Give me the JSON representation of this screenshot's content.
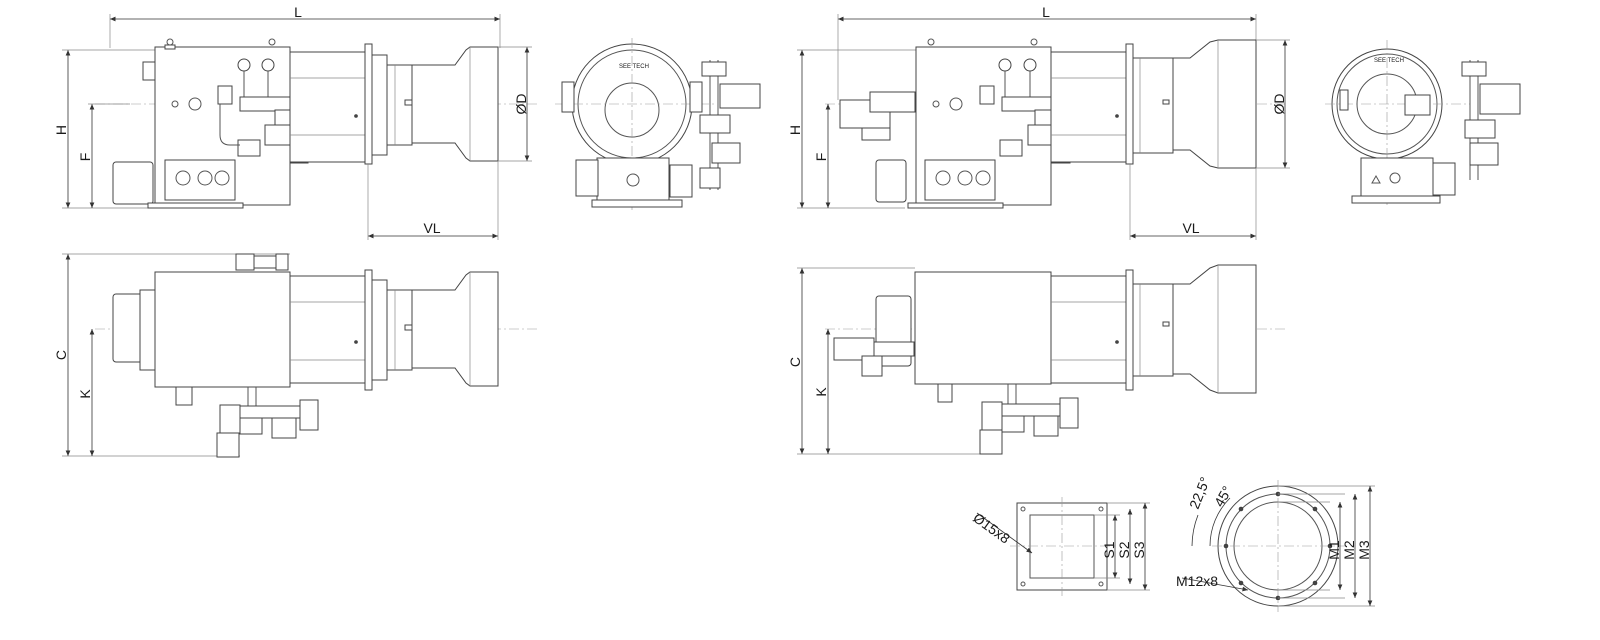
{
  "views": {
    "single": {
      "side": {
        "length_label": "L",
        "height_label": "H",
        "flange_label": "F",
        "diameter_label": "ØD",
        "tube_label": "VL"
      },
      "top": {
        "width_label": "C",
        "offset_label": "K"
      }
    },
    "dual": {
      "side": {
        "length_label": "L",
        "height_label": "H",
        "flange_label": "F",
        "diameter_label": "ØD",
        "tube_label": "VL"
      },
      "top": {
        "width_label": "C",
        "offset_label": "K"
      }
    }
  },
  "flange_square": {
    "hole_label": "Ø15x8",
    "dims": [
      "S1",
      "S2",
      "S3"
    ]
  },
  "flange_round": {
    "angle1": "22,5°",
    "angle2": "45°",
    "bolt_label": "M12x8",
    "dims": [
      "M1",
      "M2",
      "M3"
    ]
  },
  "brand": "SEE TECH"
}
